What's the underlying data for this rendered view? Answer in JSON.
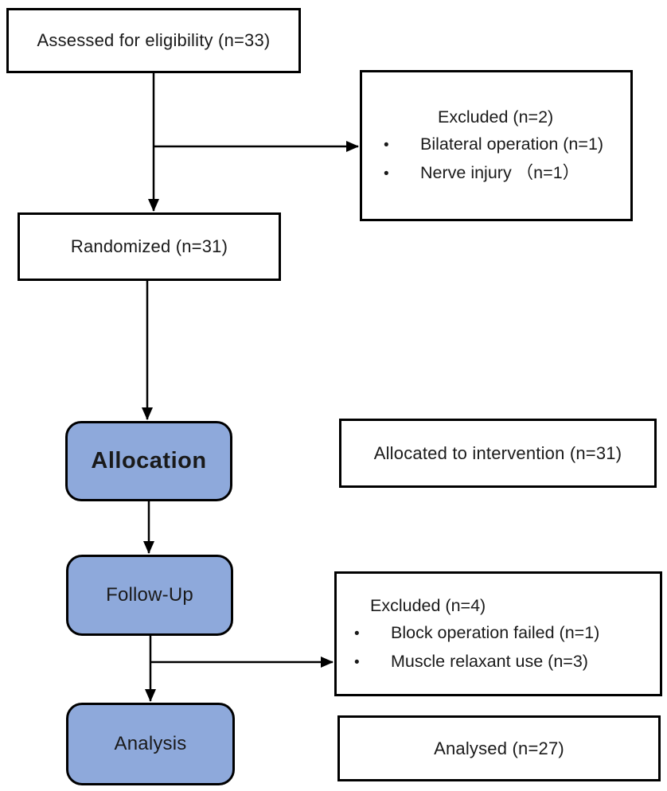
{
  "glyphs": {
    "bullet": "•"
  },
  "colors": {
    "stage_fill": "#8EA9DB",
    "box_border": "#000000",
    "arrow": "#000000",
    "background": "#FFFFFF",
    "text": "#1A1A1A"
  },
  "boxes": {
    "assessed": {
      "label": "Assessed for eligibility (n=33)"
    },
    "excluded_enrollment": {
      "title": "Excluded (n=2)",
      "items": [
        "Bilateral operation (n=1)",
        "Nerve injury （n=1）"
      ]
    },
    "randomized": {
      "label": "Randomized (n=31)"
    },
    "allocation_stage": {
      "label": "Allocation"
    },
    "allocated": {
      "label": "Allocated to intervention (n=31)"
    },
    "followup_stage": {
      "label": "Follow-Up"
    },
    "excluded_followup": {
      "title": "Excluded (n=4)",
      "items": [
        "Block operation failed (n=1)",
        "Muscle relaxant use (n=3)"
      ]
    },
    "analysis_stage": {
      "label": "Analysis"
    },
    "analysed": {
      "label": "Analysed (n=27)"
    }
  }
}
